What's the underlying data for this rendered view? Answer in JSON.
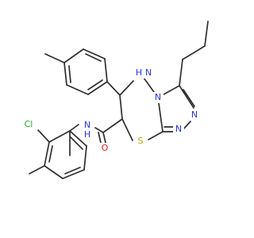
{
  "molecule": {
    "atoms": {
      "chlorine": {
        "symbol": "Cl",
        "color": "#20b020"
      },
      "amide_nitrogen": {
        "symbol": "N",
        "color": "#2a36d4"
      },
      "amide_hydrogen": {
        "symbol": "H",
        "color": "#2a36d4"
      },
      "amide_oxygen": {
        "symbol": "O",
        "color": "#e01818"
      },
      "ring_sulfur": {
        "symbol": "S",
        "color": "#b8a800"
      },
      "ring_nh_nitrogen": {
        "symbol": "N",
        "color": "#2a36d4"
      },
      "ring_nh_hydrogen": {
        "symbol": "H",
        "color": "#2a36d4"
      },
      "bridge_nitrogen": {
        "symbol": "N",
        "color": "#2a36d4"
      },
      "triazole_nitrogen_a": {
        "symbol": "N",
        "color": "#2a36d4"
      },
      "triazole_nitrogen_b": {
        "symbol": "N",
        "color": "#2a36d4"
      }
    },
    "bond_color": "#2f2f2f"
  }
}
